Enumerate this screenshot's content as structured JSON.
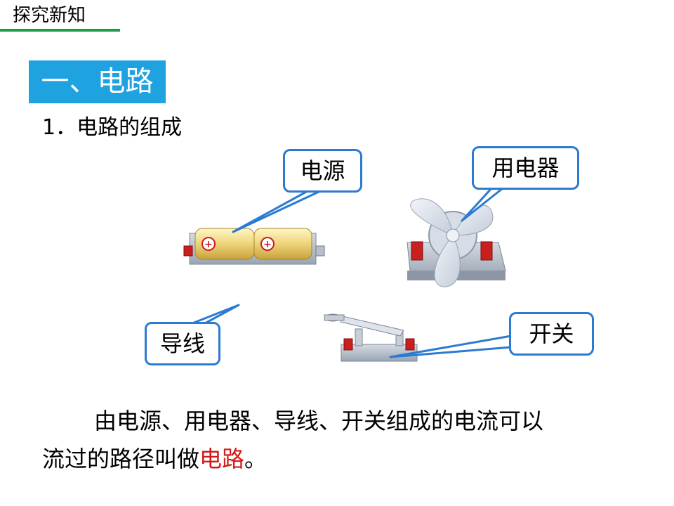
{
  "header": {
    "title": "探究新知",
    "rule_color": "#1e9e4a"
  },
  "section": {
    "title": "一、电路",
    "bg_color": "#1fa3e0"
  },
  "subheading": "1．电路的组成",
  "callouts": {
    "power": "电源",
    "appliance": "用电器",
    "wire": "导线",
    "switch": "开关",
    "border_color": "#2b7bd0"
  },
  "illustrations": {
    "battery": "battery-holder-icon",
    "fan": "electric-fan-icon",
    "switch": "knife-switch-icon",
    "wire": "wire-pointer"
  },
  "paragraph": {
    "line1": "由电源、用电器、导线、开关组成的电流可以",
    "line2_prefix": "流过的路径叫做",
    "line2_highlight": "电路",
    "line2_suffix": "。",
    "highlight_color": "#d21818"
  }
}
